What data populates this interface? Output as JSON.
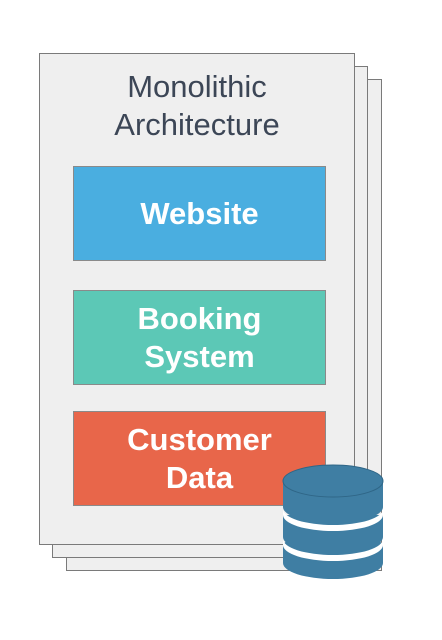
{
  "diagram": {
    "title": "Monolithic\nArchitecture",
    "components": [
      {
        "id": "website",
        "label": "Website",
        "color": "#4aaee0"
      },
      {
        "id": "booking",
        "label": "Booking\nSystem",
        "color": "#5cc8b6"
      },
      {
        "id": "customer",
        "label": "Customer\nData",
        "color": "#e8664a"
      }
    ],
    "database_icon": "database-icon",
    "colors": {
      "sheet_fill": "#efefef",
      "sheet_border": "#7a7a7a",
      "title_text": "#3c4656",
      "database": "#3f7ea3"
    }
  }
}
